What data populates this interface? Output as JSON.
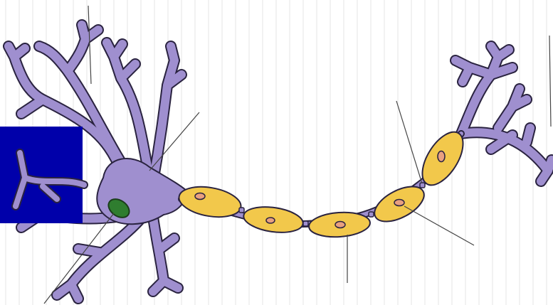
{
  "diagram": {
    "subject": "neuron",
    "colors": {
      "background": "#ffffff",
      "grid": "#e6e6e6",
      "neuron_body": "#9f8fcf",
      "outline": "#2a2340",
      "myelin_sheath": "#f2c84b",
      "schwann_nucleus": "#e8a080",
      "cell_nucleus": "#2f7d2f",
      "leader_line": "#444444",
      "label_overlay": "#0000aa"
    },
    "parts": [
      "dendrites",
      "cell-body",
      "nucleus",
      "axon",
      "myelin-sheath",
      "schwann-cell-nucleus",
      "node-of-ranvier",
      "axon-terminal"
    ],
    "myelin_segment_count": 5,
    "leader_line_count": 7,
    "labels": []
  }
}
